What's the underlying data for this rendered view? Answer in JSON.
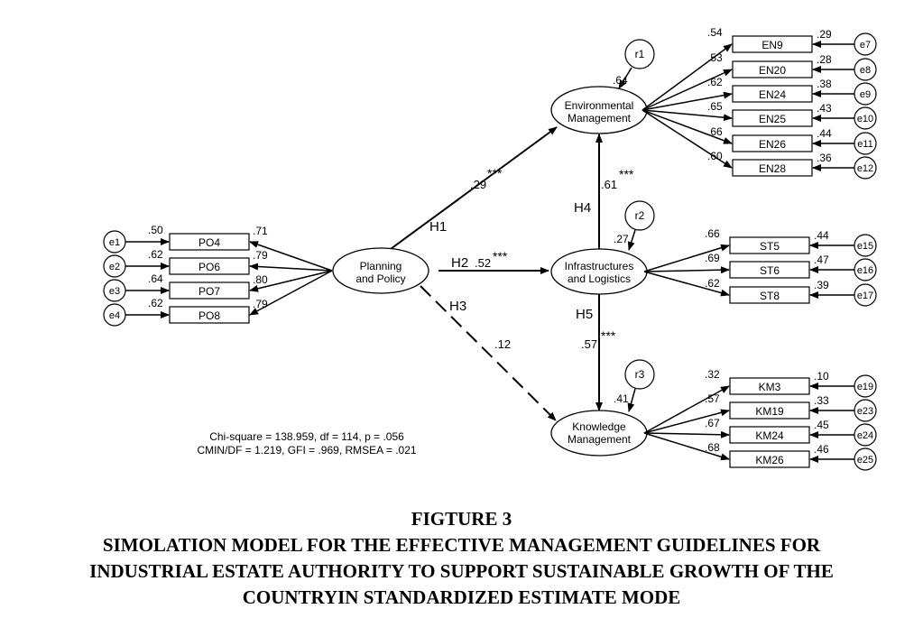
{
  "constructs": {
    "planning": [
      "Planning",
      "and Policy"
    ],
    "env": [
      "Environmental",
      "Management"
    ],
    "infra": [
      "Infrastructures",
      "and Logistics"
    ],
    "know": [
      "Knowledge",
      "Management"
    ]
  },
  "residuals": {
    "env": "r1",
    "infra": "r2",
    "know": "r3"
  },
  "residual_r2": {
    "env": ".64",
    "infra": ".27",
    "know": ".41"
  },
  "po_items": [
    {
      "label": "PO4",
      "error": "e1",
      "error_var": ".50",
      "loading": ".71"
    },
    {
      "label": "PO6",
      "error": "e2",
      "error_var": ".62",
      "loading": ".79"
    },
    {
      "label": "PO7",
      "error": "e3",
      "error_var": ".64",
      "loading": ".80"
    },
    {
      "label": "PO8",
      "error": "e4",
      "error_var": ".62",
      "loading": ".79"
    }
  ],
  "en_items": [
    {
      "label": "EN9",
      "error": "e7",
      "loading": ".54",
      "error_var": ".29"
    },
    {
      "label": "EN20",
      "error": "e8",
      "loading": ".53",
      "error_var": ".28"
    },
    {
      "label": "EN24",
      "error": "e9",
      "loading": ".62",
      "error_var": ".38"
    },
    {
      "label": "EN25",
      "error": "e10",
      "loading": ".65",
      "error_var": ".43"
    },
    {
      "label": "EN26",
      "error": "e11",
      "loading": ".66",
      "error_var": ".44"
    },
    {
      "label": "EN28",
      "error": "e12",
      "loading": ".60",
      "error_var": ".36"
    }
  ],
  "st_items": [
    {
      "label": "ST5",
      "error": "e15",
      "loading": ".66",
      "error_var": ".44"
    },
    {
      "label": "ST6",
      "error": "e16",
      "loading": ".69",
      "error_var": ".47"
    },
    {
      "label": "ST8",
      "error": "e17",
      "loading": ".62",
      "error_var": ".39"
    }
  ],
  "km_items": [
    {
      "label": "KM3",
      "error": "e19",
      "loading": ".32",
      "error_var": ".10"
    },
    {
      "label": "KM19",
      "error": "e23",
      "loading": ".57",
      "error_var": ".33"
    },
    {
      "label": "KM24",
      "error": "e24",
      "loading": ".67",
      "error_var": ".45"
    },
    {
      "label": "KM26",
      "error": "e25",
      "loading": ".68",
      "error_var": ".46"
    }
  ],
  "paths": {
    "h1": {
      "label": "H1",
      "coef": ".29",
      "sig": "***",
      "significant": true
    },
    "h2": {
      "label": "H2",
      "coef": ".52",
      "sig": "***",
      "significant": true
    },
    "h3": {
      "label": "H3",
      "coef": ".12",
      "sig": "",
      "significant": false
    },
    "h4": {
      "label": "H4",
      "coef": ".61",
      "sig": "***",
      "significant": true
    },
    "h5": {
      "label": "H5",
      "coef": ".57",
      "sig": "***",
      "significant": true
    }
  },
  "fit": {
    "line1": "Chi-square = 138.959, df = 114, p = .056",
    "line2": "CMIN/DF = 1.219, GFI = .969, RMSEA = .021"
  },
  "caption": {
    "figure": "FIGTURE 3",
    "line1": "SIMOLATION MODEL FOR THE EFFECTIVE MANAGEMENT GUIDELINES FOR",
    "line2": "INDUSTRIAL ESTATE AUTHORITY TO SUPPORT SUSTAINABLE GROWTH OF THE",
    "line3": "COUNTRYIN STANDARDIZED ESTIMATE MODE"
  }
}
